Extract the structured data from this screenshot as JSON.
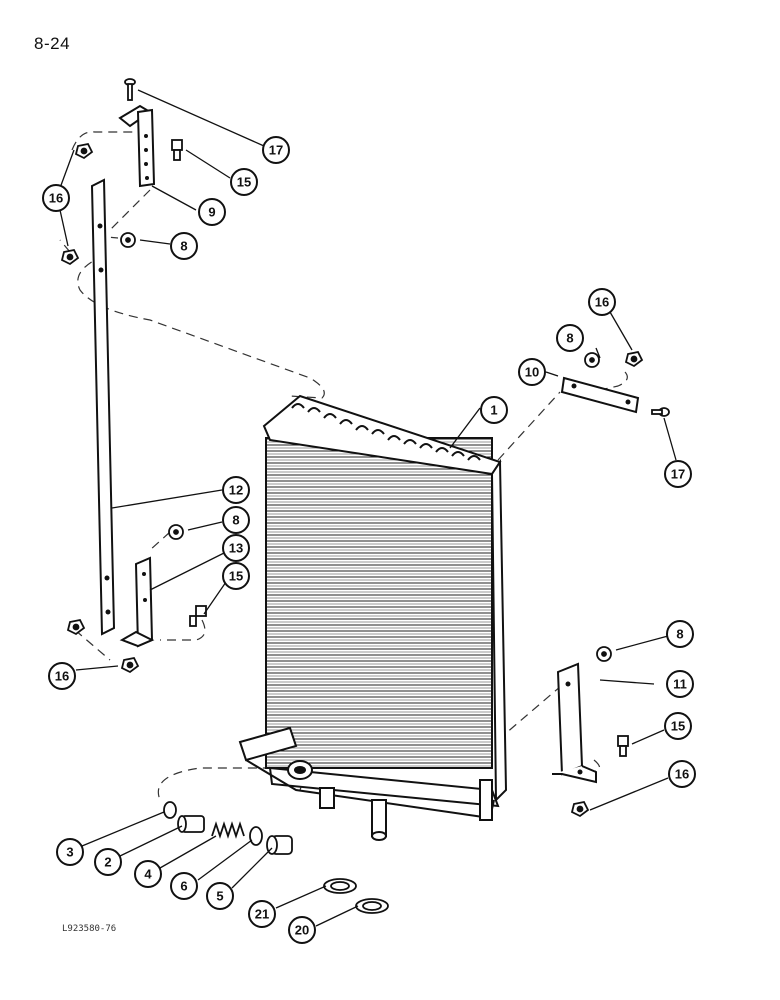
{
  "page_number": "8-24",
  "reference_code": "L923580-76",
  "callouts": {
    "c1": "1",
    "c2": "2",
    "c3": "3",
    "c4": "4",
    "c5": "5",
    "c6": "6",
    "c8a": "8",
    "c8b": "8",
    "c8c": "8",
    "c8d": "8",
    "c9": "9",
    "c10": "10",
    "c11": "11",
    "c12": "12",
    "c13": "13",
    "c15a": "15",
    "c15b": "15",
    "c15c": "15",
    "c16a": "16",
    "c16b": "16",
    "c16c": "16",
    "c16d": "16",
    "c17a": "17",
    "c17b": "17",
    "c20": "20",
    "c21": "21"
  }
}
